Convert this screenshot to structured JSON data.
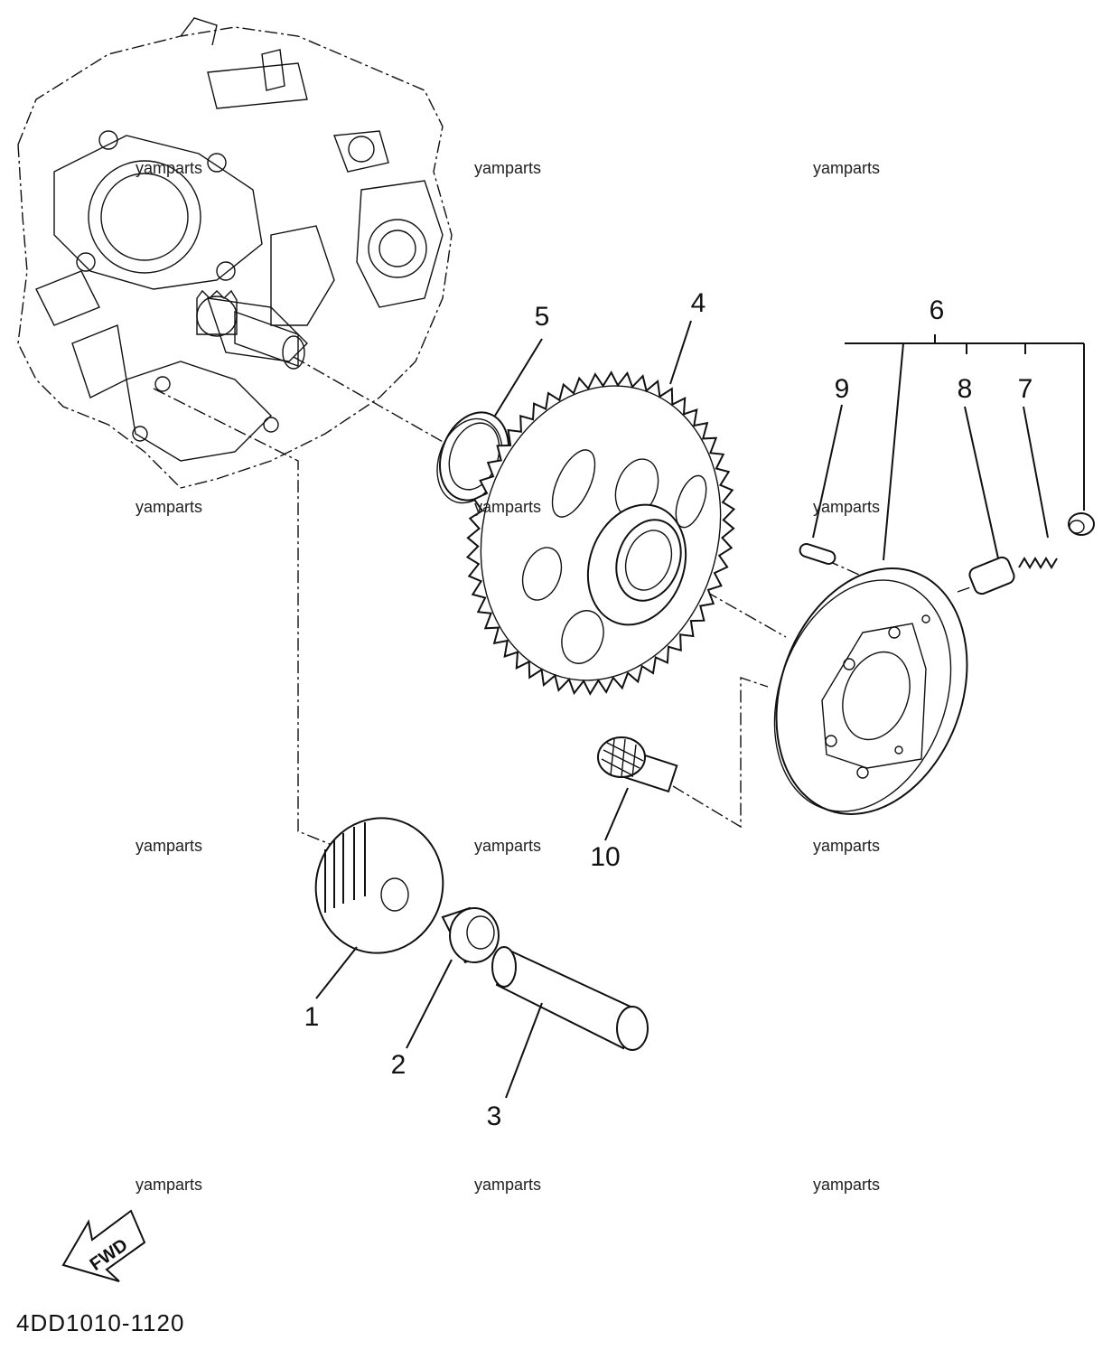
{
  "callouts": {
    "p1": "1",
    "p2": "2",
    "p3": "3",
    "p4": "4",
    "p5": "5",
    "p6": "6",
    "p7": "7",
    "p8": "8",
    "p9": "9",
    "p10": "10"
  },
  "watermark": "yamparts",
  "diagram_code": "4DD1010-1120",
  "fwd_label": "FWD"
}
